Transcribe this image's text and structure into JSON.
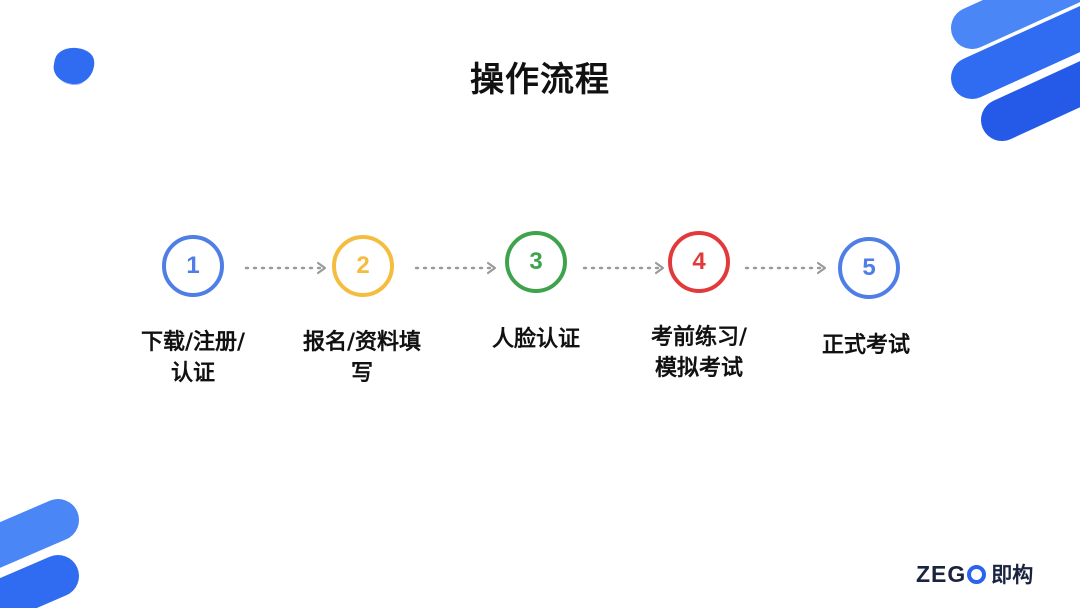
{
  "title": "操作流程",
  "colors": {
    "blue": "#4f7ee6",
    "yellow": "#f4bd3f",
    "green": "#3fa34d",
    "red": "#e23a3a",
    "deco_blue": "#2f6cf2",
    "arrow_gray": "#9a9a9a"
  },
  "steps": [
    {
      "number": "1",
      "label_line1": "下载/注册/",
      "label_line2": "认证",
      "color": "#4f7ee6",
      "number_color": "#4f7ee6"
    },
    {
      "number": "2",
      "label_line1": "报名/资料填",
      "label_line2": "写",
      "color": "#f4bd3f",
      "number_color": "#f4bd3f"
    },
    {
      "number": "3",
      "label_line1": "人脸认证",
      "label_line2": "",
      "color": "#3fa34d",
      "number_color": "#3fa34d"
    },
    {
      "number": "4",
      "label_line1": "考前练习/",
      "label_line2": "模拟考试",
      "color": "#e23a3a",
      "number_color": "#e23a3a"
    },
    {
      "number": "5",
      "label_line1": "正式考试",
      "label_line2": "",
      "color": "#4f7ee6",
      "number_color": "#4f7ee6"
    }
  ],
  "logo": {
    "latin_1": "ZE",
    "latin_2": "G",
    "chinese": "即构"
  }
}
